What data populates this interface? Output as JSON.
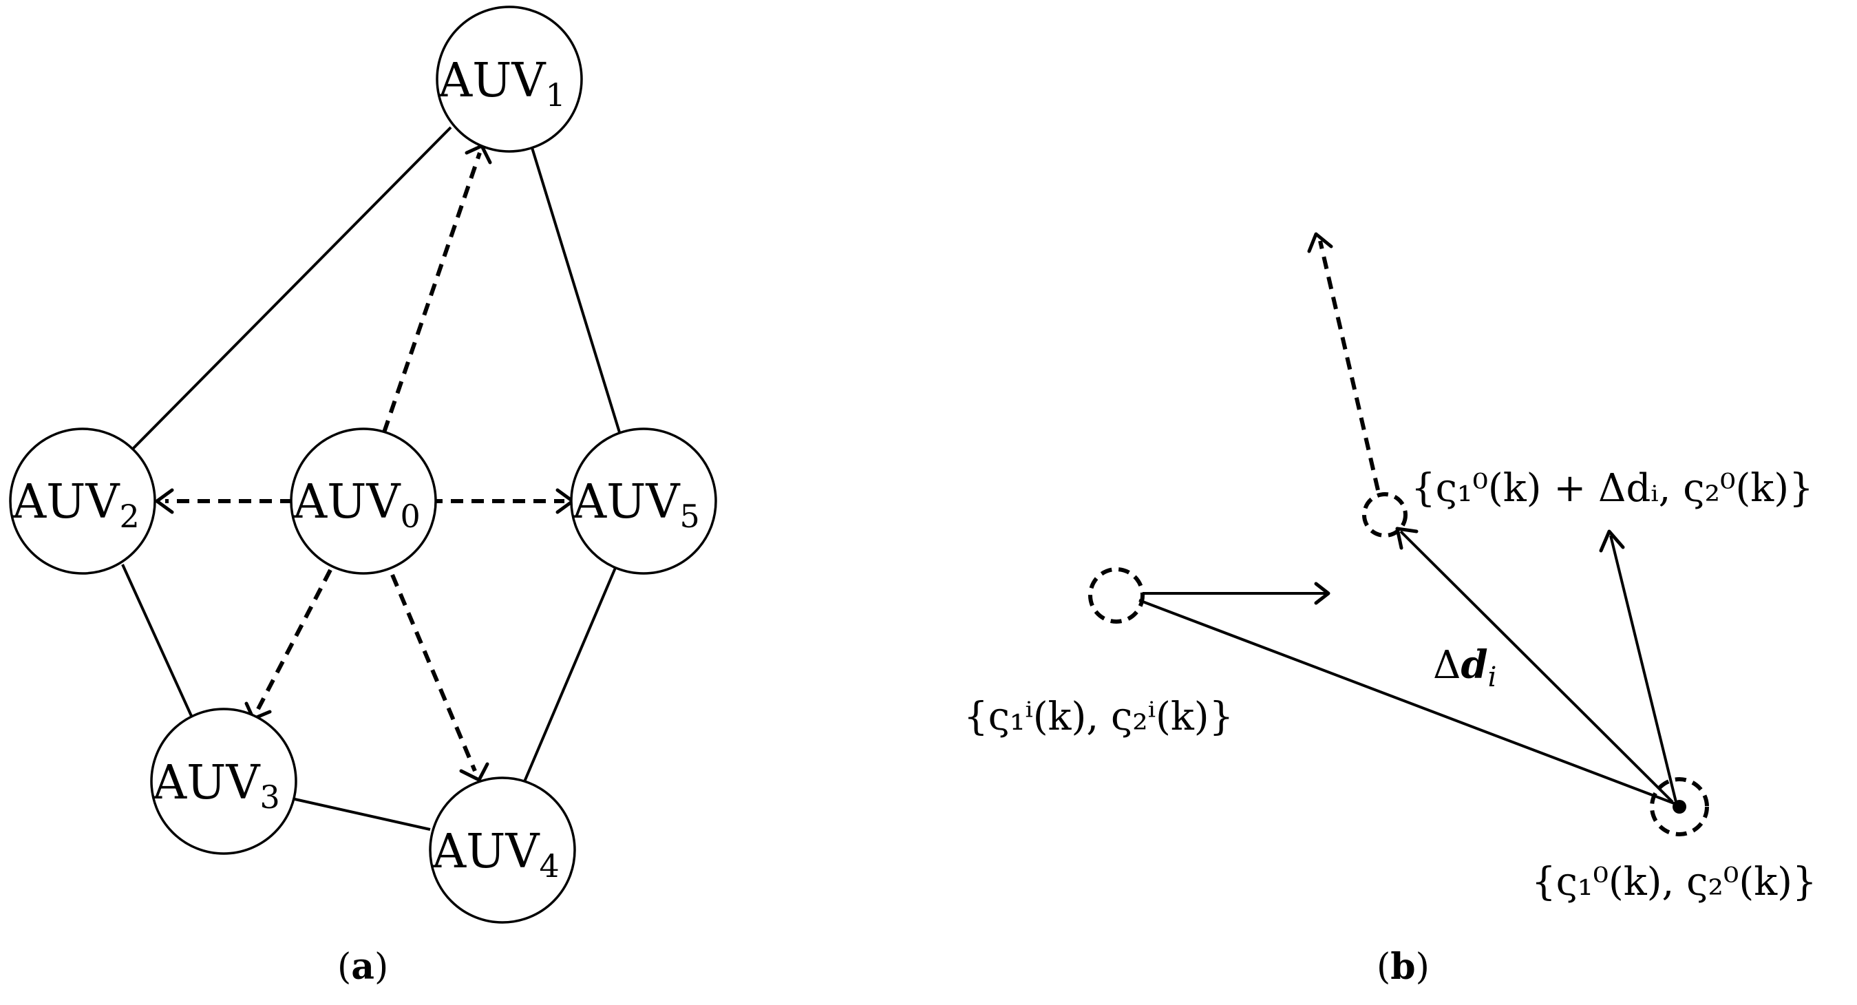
{
  "panel_a": {
    "caption": "a",
    "nodes": [
      {
        "id": "AUV0",
        "base": "AUV",
        "sub": "0"
      },
      {
        "id": "AUV1",
        "base": "AUV",
        "sub": "1"
      },
      {
        "id": "AUV2",
        "base": "AUV",
        "sub": "2"
      },
      {
        "id": "AUV3",
        "base": "AUV",
        "sub": "3"
      },
      {
        "id": "AUV4",
        "base": "AUV",
        "sub": "4"
      },
      {
        "id": "AUV5",
        "base": "AUV",
        "sub": "5"
      }
    ],
    "solid_edges": [
      [
        "AUV1",
        "AUV2"
      ],
      [
        "AUV1",
        "AUV5"
      ],
      [
        "AUV2",
        "AUV3"
      ],
      [
        "AUV3",
        "AUV4"
      ],
      [
        "AUV4",
        "AUV5"
      ]
    ],
    "dashed_arrows": [
      [
        "AUV0",
        "AUV1"
      ],
      [
        "AUV0",
        "AUV2"
      ],
      [
        "AUV0",
        "AUV3"
      ],
      [
        "AUV0",
        "AUV4"
      ],
      [
        "AUV0",
        "AUV5"
      ]
    ]
  },
  "panel_b": {
    "caption": "b",
    "label_delta": {
      "base": "Δ",
      "var": "d",
      "sub": "i"
    },
    "label_follower": "{ς₁ⁱ(k), ς₂ⁱ(k)}",
    "label_leader": "{ς₁⁰(k), ς₂⁰(k)}",
    "label_target": "{ς₁⁰(k) + Δdᵢ, ς₂⁰(k)}"
  }
}
